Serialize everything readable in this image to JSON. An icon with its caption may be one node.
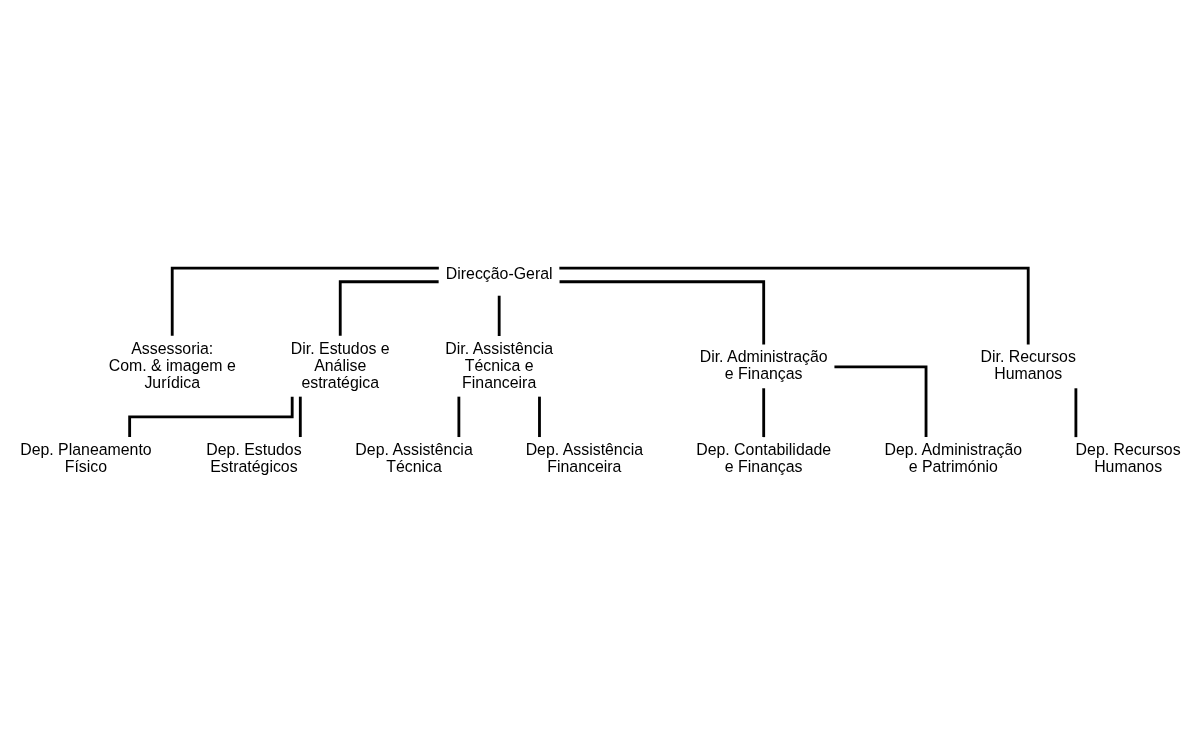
{
  "diagram": {
    "nodes": [
      {
        "text": [
          "Direcção-Geral"
        ]
      },
      {
        "text": [
          "Assessoria:",
          "Com. & imagem e Jurídica"
        ]
      },
      {
        "text": [
          "Dir. Estudos e Análise estratégica"
        ]
      },
      {
        "text": [
          "Dir. Assistência Técnica e Financeira"
        ]
      },
      {
        "text": [
          "Dir. Administração e Finanças"
        ]
      },
      {
        "text": [
          "Dir. Recursos Humanos"
        ]
      },
      {
        "text": [
          "Dep. Planeamento Físico"
        ]
      },
      {
        "text": [
          "Dep. Estudos Estratégicos"
        ]
      },
      {
        "text": [
          "Dep. Assistência Técnica"
        ]
      },
      {
        "text": [
          "Dep. Assistência Financeira"
        ]
      },
      {
        "text": [
          "Dep. Contabilidade e Finanças"
        ]
      },
      {
        "text": [
          "Dep. Administração e Património"
        ]
      },
      {
        "text": [
          "Dep. Recursos Humanos"
        ]
      }
    ],
    "edges": [
      {
        "from": 0,
        "to": 1,
        "arrow": "none"
      },
      {
        "from": 0,
        "to": 2,
        "arrow": "none"
      },
      {
        "from": 0,
        "to": 3,
        "arrow": "none"
      },
      {
        "from": 0,
        "to": 4,
        "arrow": "none"
      },
      {
        "from": 0,
        "to": 5,
        "arrow": "none"
      },
      {
        "from": 2,
        "to": 6,
        "arrow": "none"
      },
      {
        "from": 2,
        "to": 7,
        "arrow": "none"
      },
      {
        "from": 3,
        "to": 8,
        "arrow": "none"
      },
      {
        "from": 3,
        "to": 9,
        "arrow": "none"
      },
      {
        "from": 4,
        "to": 10,
        "arrow": "none"
      },
      {
        "from": 4,
        "to": 11,
        "arrow": "none"
      },
      {
        "from": 5,
        "to": 12,
        "arrow": "none"
      }
    ]
  }
}
